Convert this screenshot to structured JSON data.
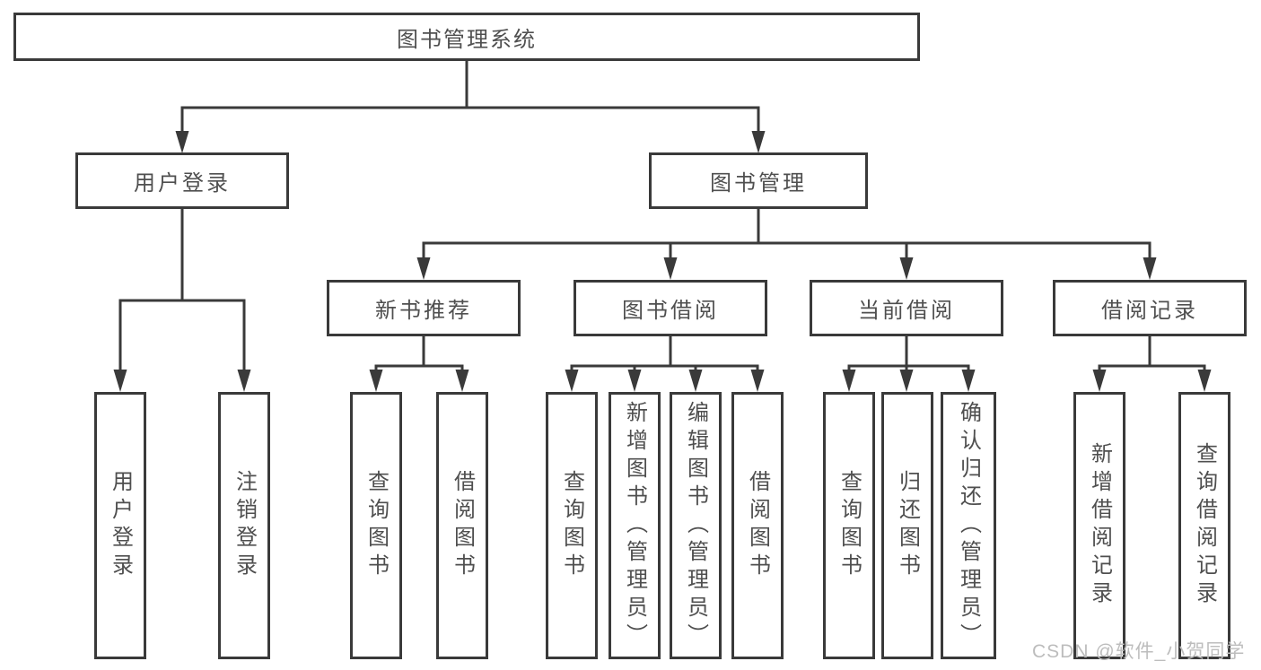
{
  "tree": {
    "label": "图书管理系统",
    "children": [
      {
        "label": "用户登录",
        "children": [
          {
            "label": "用户登录"
          },
          {
            "label": "注销登录"
          }
        ]
      },
      {
        "label": "图书管理",
        "children": [
          {
            "label": "新书推荐",
            "children": [
              {
                "label": "查询图书"
              },
              {
                "label": "借阅图书"
              }
            ]
          },
          {
            "label": "图书借阅",
            "children": [
              {
                "label": "查询图书"
              },
              {
                "label": "新增图书（管理员）"
              },
              {
                "label": "编辑图书（管理员）"
              },
              {
                "label": "借阅图书"
              }
            ]
          },
          {
            "label": "当前借阅",
            "children": [
              {
                "label": "查询图书"
              },
              {
                "label": "归还图书"
              },
              {
                "label": "确认归还（管理员）"
              }
            ]
          },
          {
            "label": "借阅记录",
            "children": [
              {
                "label": "新增借阅记录"
              },
              {
                "label": "查询借阅记录"
              }
            ]
          }
        ]
      }
    ]
  },
  "watermark": {
    "text": "CSDN @软件_小贺同学"
  },
  "colors": {
    "line": "#3a3a3a",
    "text": "#4f4f4f",
    "watermark": "#bdbdbd",
    "background": "#ffffff"
  }
}
